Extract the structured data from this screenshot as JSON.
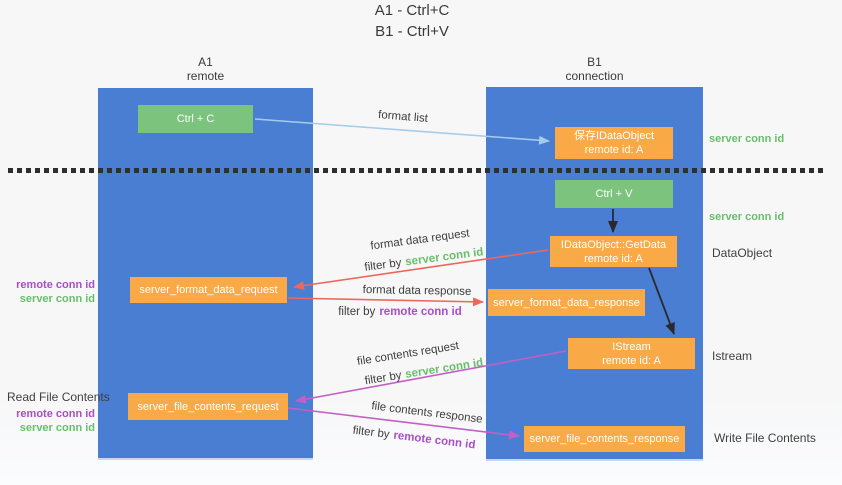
{
  "title": {
    "line1": "A1 - Ctrl+C",
    "line2": "B1 - Ctrl+V"
  },
  "columns": {
    "a1": {
      "name": "A1",
      "role": "remote"
    },
    "b1": {
      "name": "B1",
      "role": "connection"
    }
  },
  "boxes": {
    "ctrl_c": {
      "label": "Ctrl + C"
    },
    "ctrl_v": {
      "label": "Ctrl + V"
    },
    "save_dataobject": {
      "line1": "保存IDataObject",
      "line2": "remote id: A"
    },
    "getdata": {
      "line1": "IDataObject::GetData",
      "line2": "remote id: A"
    },
    "istream": {
      "line1": "IStream",
      "line2": "remote id: A"
    },
    "server_format_data_request": {
      "label": "server_format_data_request"
    },
    "server_format_data_response": {
      "label": "server_format_data_response"
    },
    "server_file_contents_request": {
      "label": "server_file_contents_request"
    },
    "server_file_contents_response": {
      "label": "server_file_contents_response"
    }
  },
  "arrow_labels": {
    "format_list": "format list",
    "format_data_request": "format data request",
    "format_data_response": "format data response",
    "file_contents_request": "file contents request",
    "file_contents_response": "file contents response",
    "filter_by": "filter by",
    "server_conn_id": "server conn id",
    "remote_conn_id": "remote conn id"
  },
  "side_labels": {
    "server_conn_id_top": "server conn id",
    "server_conn_id_mid": "server conn id",
    "dataobject": "DataObject",
    "istream": "Istream",
    "write_file_contents": "Write File Contents",
    "read_file_contents": "Read File Contents",
    "left_pair1": {
      "remote": "remote conn id",
      "server": "server conn id"
    },
    "left_pair2": {
      "remote": "remote conn id",
      "server": "server conn id"
    }
  },
  "colors": {
    "lifeline_blue": "#4a7ed2",
    "box_green": "#7cc47e",
    "box_orange": "#f9a945",
    "arrow_light_blue": "#a3cdea",
    "arrow_red": "#eb685c",
    "arrow_magenta": "#c35fc6",
    "arrow_black": "#2a2a2a",
    "text_green": "#68bf6b",
    "text_purple": "#a94ec8",
    "text_dark": "#3d3d3d"
  }
}
